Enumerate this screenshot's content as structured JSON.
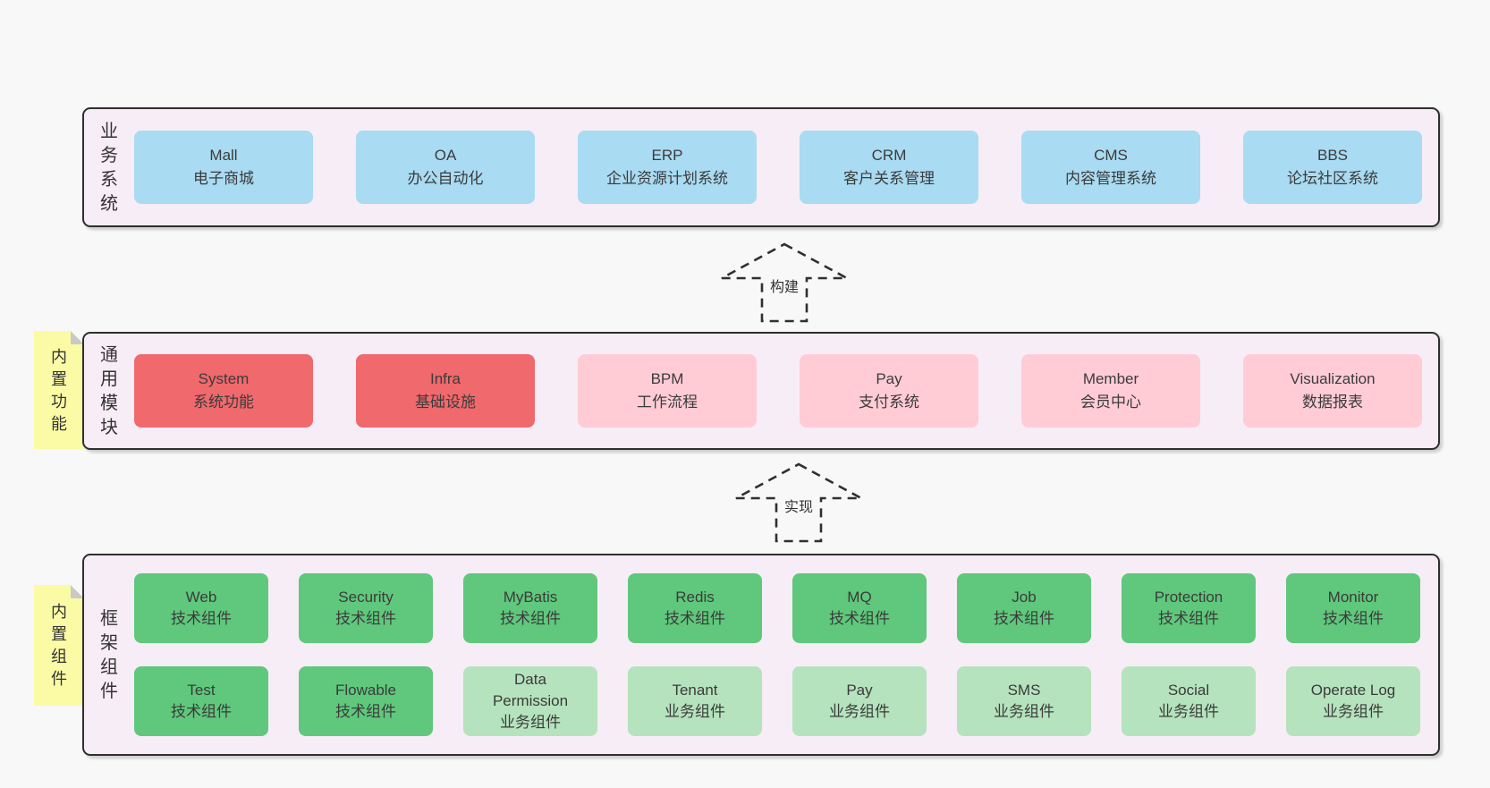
{
  "colors": {
    "page_bg": "#f8f8f8",
    "panel_bg": "#f7edf6",
    "line": "#2f2f2f",
    "note_bg": "#fbfba6",
    "note_fold": "#c9c9c9",
    "blue": "#a9dbf2",
    "red": "#f0696c",
    "pink": "#ffccd6",
    "green": "#5fc87c",
    "green_light": "#b5e3bd",
    "text": "#3b3b3b"
  },
  "arrows": [
    {
      "label": "构建"
    },
    {
      "label": "实现"
    }
  ],
  "notes": [
    {
      "label": "内置功能"
    },
    {
      "label": "内置组件"
    }
  ],
  "panels": [
    {
      "label": "业务系统",
      "rows": [
        [
          {
            "title": "Mall",
            "subtitle": "电子商城",
            "type": "blue"
          },
          {
            "title": "OA",
            "subtitle": "办公自动化",
            "type": "blue"
          },
          {
            "title": "ERP",
            "subtitle": "企业资源计划系统",
            "type": "blue"
          },
          {
            "title": "CRM",
            "subtitle": "客户关系管理",
            "type": "blue"
          },
          {
            "title": "CMS",
            "subtitle": "内容管理系统",
            "type": "blue"
          },
          {
            "title": "BBS",
            "subtitle": "论坛社区系统",
            "type": "blue"
          }
        ]
      ]
    },
    {
      "label": "通用模块",
      "rows": [
        [
          {
            "title": "System",
            "subtitle": "系统功能",
            "type": "red"
          },
          {
            "title": "Infra",
            "subtitle": "基础设施",
            "type": "red"
          },
          {
            "title": "BPM",
            "subtitle": "工作流程",
            "type": "pink"
          },
          {
            "title": "Pay",
            "subtitle": "支付系统",
            "type": "pink"
          },
          {
            "title": "Member",
            "subtitle": "会员中心",
            "type": "pink"
          },
          {
            "title": "Visualization",
            "subtitle": "数据报表",
            "type": "pink"
          }
        ]
      ]
    },
    {
      "label": "框架组件",
      "rows": [
        [
          {
            "title": "Web",
            "subtitle": "技术组件",
            "type": "green"
          },
          {
            "title": "Security",
            "subtitle": "技术组件",
            "type": "green"
          },
          {
            "title": "MyBatis",
            "subtitle": "技术组件",
            "type": "green"
          },
          {
            "title": "Redis",
            "subtitle": "技术组件",
            "type": "green"
          },
          {
            "title": "MQ",
            "subtitle": "技术组件",
            "type": "green"
          },
          {
            "title": "Job",
            "subtitle": "技术组件",
            "type": "green"
          },
          {
            "title": "Protection",
            "subtitle": "技术组件",
            "type": "green"
          },
          {
            "title": "Monitor",
            "subtitle": "技术组件",
            "type": "green"
          }
        ],
        [
          {
            "title": "Test",
            "subtitle": "技术组件",
            "type": "green"
          },
          {
            "title": "Flowable",
            "subtitle": "技术组件",
            "type": "green"
          },
          {
            "title": "Data Permission",
            "subtitle": "业务组件",
            "type": "greenlight"
          },
          {
            "title": "Tenant",
            "subtitle": "业务组件",
            "type": "greenlight"
          },
          {
            "title": "Pay",
            "subtitle": "业务组件",
            "type": "greenlight"
          },
          {
            "title": "SMS",
            "subtitle": "业务组件",
            "type": "greenlight"
          },
          {
            "title": "Social",
            "subtitle": "业务组件",
            "type": "greenlight"
          },
          {
            "title": "Operate Log",
            "subtitle": "业务组件",
            "type": "greenlight"
          }
        ]
      ]
    }
  ]
}
